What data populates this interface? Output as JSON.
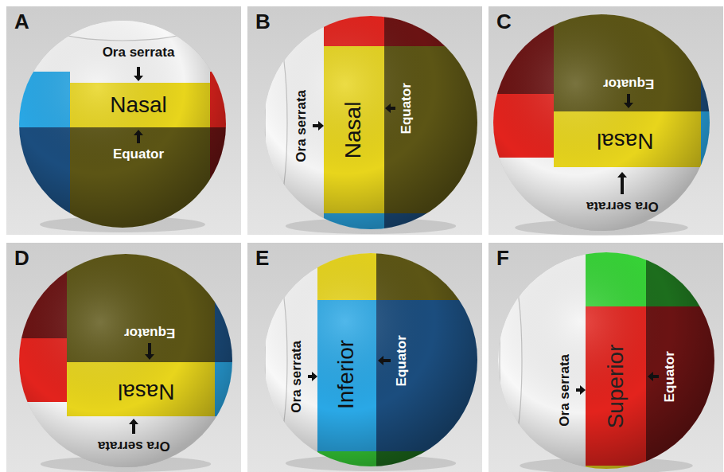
{
  "diagram": {
    "nodes": [
      {
        "text": [
          "A"
        ]
      },
      {
        "text": [
          "Ora serrata"
        ],
        "in": 0
      },
      {
        "text": [
          "Nasal"
        ],
        "in": 0
      },
      {
        "text": [
          "Equator"
        ],
        "in": 0
      },
      {
        "text": [
          "B"
        ]
      },
      {
        "text": [
          "Ora serrata"
        ],
        "in": 4
      },
      {
        "text": [
          "Nasal"
        ],
        "in": 4
      },
      {
        "text": [
          "Equator"
        ],
        "in": 4
      },
      {
        "text": [
          "C"
        ]
      },
      {
        "text": [
          "Equator"
        ],
        "in": 8
      },
      {
        "text": [
          "Nasal"
        ],
        "in": 8
      },
      {
        "text": [
          "Ora serrata"
        ],
        "in": 8
      },
      {
        "text": [
          "D"
        ]
      },
      {
        "text": [
          "Equator"
        ],
        "in": 12
      },
      {
        "text": [
          "Nasal"
        ],
        "in": 12
      },
      {
        "text": [
          "Ora serrata"
        ],
        "in": 12
      },
      {
        "text": [
          "E"
        ]
      },
      {
        "text": [
          "Ora serrata"
        ],
        "in": 16
      },
      {
        "text": [
          "Inferior"
        ],
        "in": 16
      },
      {
        "text": [
          "Equator"
        ],
        "in": 16
      },
      {
        "text": [
          "F"
        ]
      },
      {
        "text": [
          "Ora serrata"
        ],
        "in": 20
      },
      {
        "text": [
          "Superior"
        ],
        "in": 20
      },
      {
        "text": [
          "Equator"
        ],
        "in": 20
      }
    ]
  }
}
